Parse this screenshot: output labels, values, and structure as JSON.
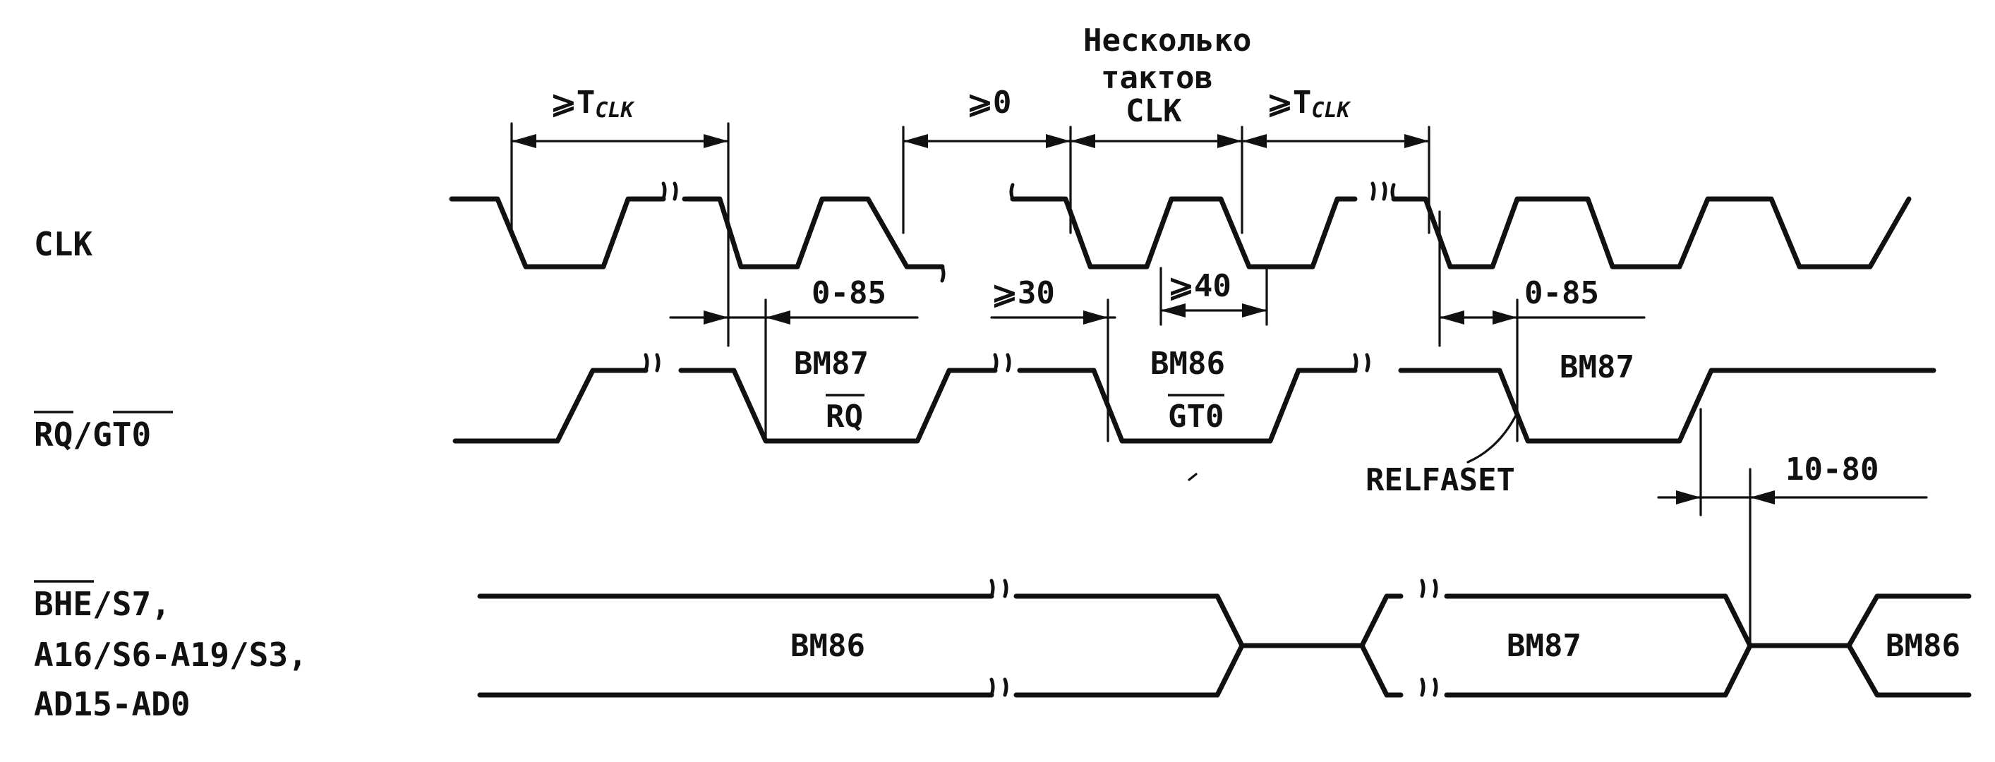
{
  "signals": {
    "clk": "CLK",
    "rqgt": {
      "rq": "RQ",
      "sep": "/",
      "gt": "GT0"
    },
    "bus": {
      "bhe": "BHE",
      "line1_rest": "/S7,",
      "line2": "A16/S6-A19/S3,",
      "line3": "AD15-AD0"
    }
  },
  "timing": {
    "tclk_prefix": "⩾T",
    "tclk_sub": "CLK",
    "ge0": "⩾0",
    "several_line1": "Несколько",
    "several_line2": "тактов",
    "several_line3": "CLK",
    "d_0_85": "0-85",
    "ge30": "⩾30",
    "ge40": "⩾40",
    "d_10_80": "10-80"
  },
  "states": {
    "vm87": "ВМ87",
    "rq": "RQ",
    "vm86": "ВМ86",
    "gt0": "GT0",
    "relfaset": "RELFASET"
  }
}
